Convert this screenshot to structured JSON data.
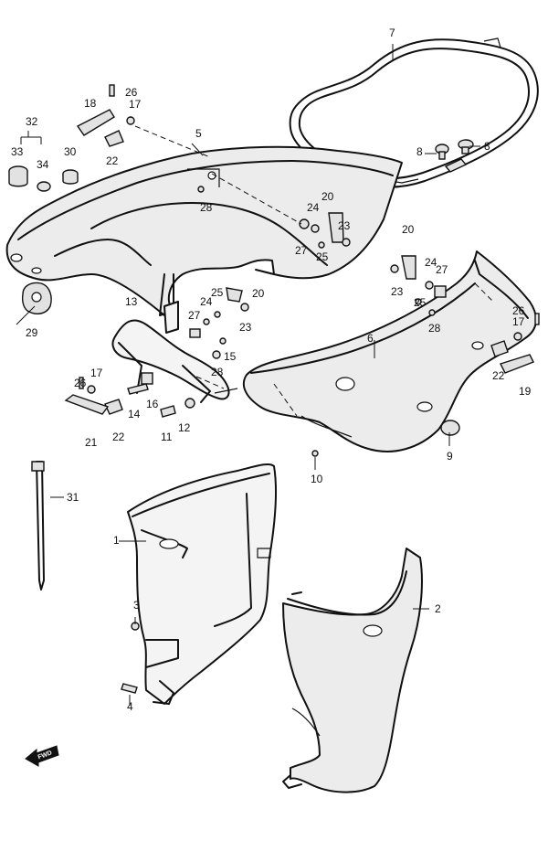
{
  "callouts": {
    "c1": "1",
    "c2": "2",
    "c3": "3",
    "c4": "4",
    "c5": "5",
    "c6": "6",
    "c7": "7",
    "c8a": "8",
    "c8b": "8",
    "c9": "9",
    "c10": "10",
    "c11": "11",
    "c12": "12",
    "c13": "13",
    "c14": "14",
    "c15": "15",
    "c16": "16",
    "c17a": "17",
    "c17b": "17",
    "c17c": "17",
    "c18": "18",
    "c19": "19",
    "c20a": "20",
    "c20b": "20",
    "c20c": "20",
    "c21": "21",
    "c22a": "22",
    "c22b": "22",
    "c22c": "22",
    "c23a": "23",
    "c23b": "23",
    "c23c": "23",
    "c24a": "24",
    "c24b": "24",
    "c24c": "24",
    "c25a": "25",
    "c25b": "25",
    "c25c": "25",
    "c26a": "26",
    "c26b": "26",
    "c26c": "26",
    "c27a": "27",
    "c27b": "27",
    "c27c": "27",
    "c28a": "28",
    "c28b": "28",
    "c28c": "28",
    "c29": "29",
    "c30": "30",
    "c31": "31",
    "c32": "32",
    "c33": "33",
    "c34": "34"
  },
  "fwd_label": "FWD",
  "colors": {
    "line": "#111111",
    "part_fill": "#ececec",
    "background": "#ffffff"
  }
}
